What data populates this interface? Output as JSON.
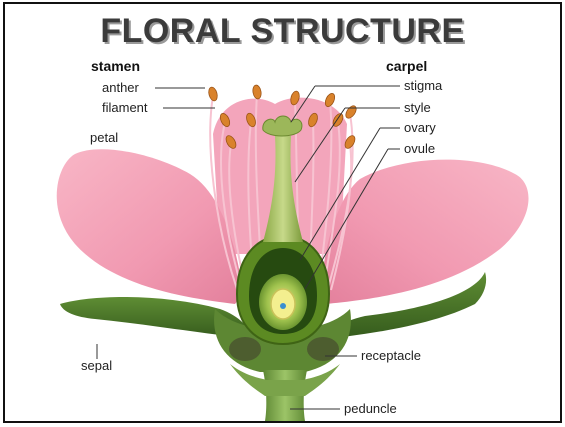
{
  "title": "FLORAL STRUCTURE",
  "groups": {
    "stamen": "stamen",
    "carpel": "carpel"
  },
  "labels": {
    "anther": "anther",
    "filament": "filament",
    "petal": "petal",
    "sepal": "sepal",
    "stigma": "stigma",
    "style": "style",
    "ovary": "ovary",
    "ovule": "ovule",
    "receptacle": "receptacle",
    "peduncle": "peduncle"
  },
  "colors": {
    "petal": "#f4a3b8",
    "petal_dark": "#e07b98",
    "sepal": "#4f7a2c",
    "stem": "#7aa34a",
    "anther": "#d9822b",
    "ovary_wall": "#6f9a2e",
    "ovule": "#f3ef8f"
  }
}
